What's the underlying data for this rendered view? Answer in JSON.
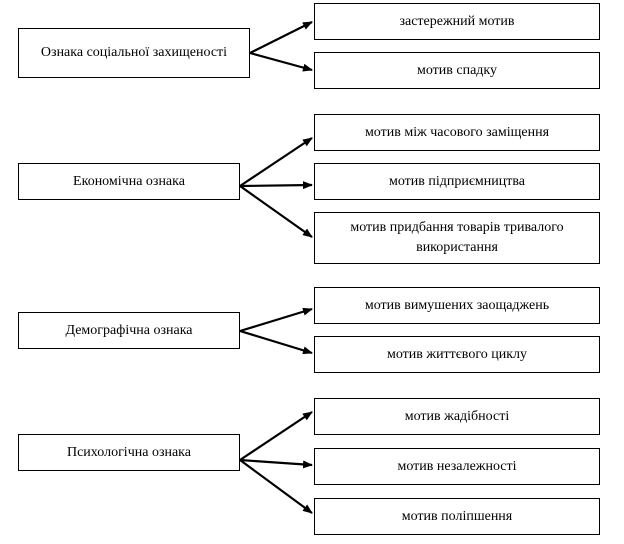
{
  "groups": [
    {
      "label": "Ознака соціальної захищеності",
      "motives": [
        "застережний мотив",
        "мотив спадку"
      ]
    },
    {
      "label": "Економічна ознака",
      "motives": [
        "мотив між часового заміщення",
        "мотив підприємництва",
        "мотив придбання товарів тривалого використання"
      ]
    },
    {
      "label": "Демографічна ознака",
      "motives": [
        "мотив вимушених заощаджень",
        "мотив життєвого циклу"
      ]
    },
    {
      "label": "Психологічна ознака",
      "motives": [
        "мотив жадібності",
        "мотив незалежності",
        "мотив поліпшення"
      ]
    }
  ]
}
